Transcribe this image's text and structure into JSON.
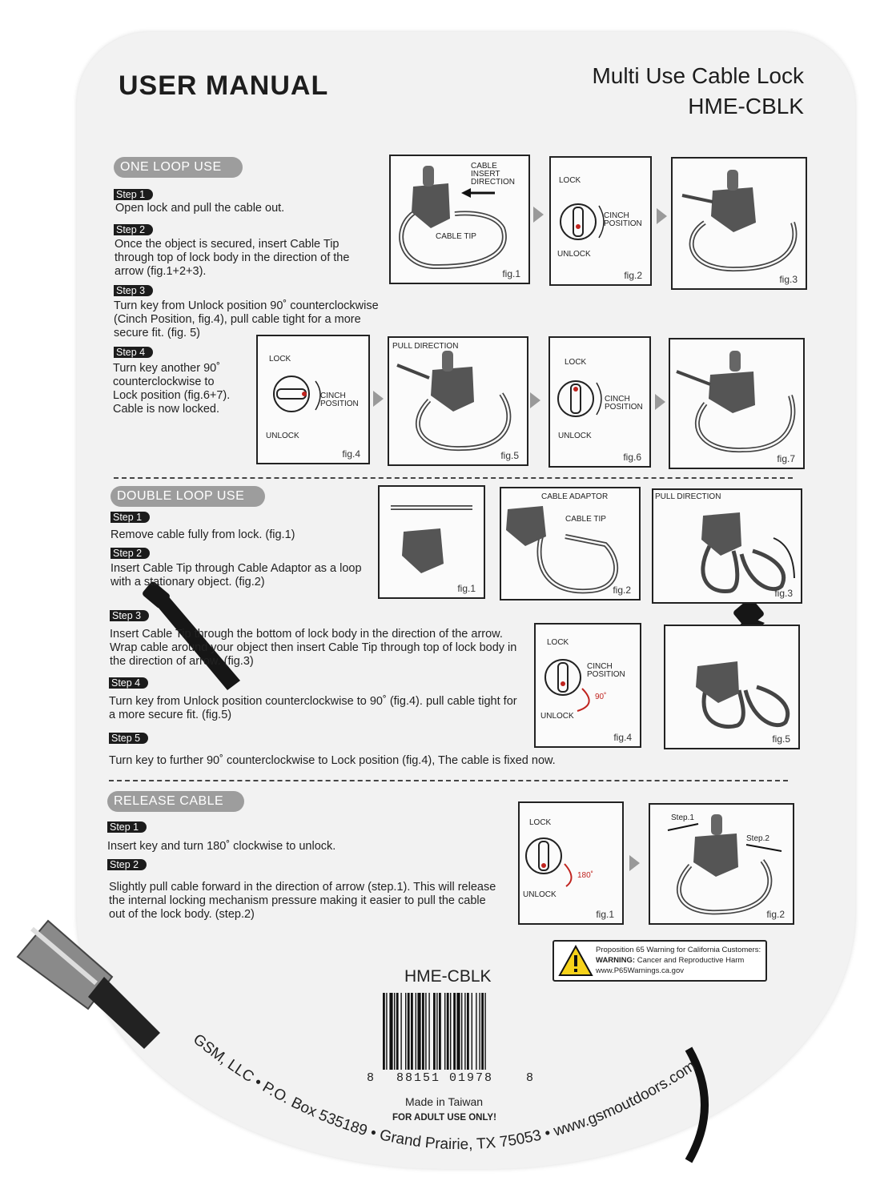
{
  "header": {
    "manual_title": "USER MANUAL",
    "product_name": "Multi Use Cable Lock",
    "model": "HME-CBLK"
  },
  "one_loop": {
    "title": "ONE LOOP USE",
    "steps": [
      {
        "tag": "Step 1",
        "text": "Open lock and pull the cable out."
      },
      {
        "tag": "Step 2",
        "text": "Once the object is secured, insert Cable Tip through top of lock body in the direction of the arrow (fig.1+2+3)."
      },
      {
        "tag": "Step 3",
        "text": "Turn key from Unlock position 90˚ counterclockwise (Cinch Position, fig.4), pull cable tight for a more secure fit. (fig. 5)"
      },
      {
        "tag": "Step 4",
        "text": "Turn key another 90˚ counterclockwise to Lock position (fig.6+7). Cable is now locked."
      }
    ],
    "figs": [
      "fig.1",
      "fig.2",
      "fig.3",
      "fig.4",
      "fig.5",
      "fig.6",
      "fig.7"
    ]
  },
  "double_loop": {
    "title": "DOUBLE LOOP USE",
    "steps": [
      {
        "tag": "Step 1",
        "text": "Remove cable fully from lock. (fig.1)"
      },
      {
        "tag": "Step 2",
        "text": "Insert Cable Tip through Cable Adaptor as a loop with a stationary object. (fig.2)"
      },
      {
        "tag": "Step 3",
        "text": "Insert Cable Tip through the bottom of lock body in the direction of the arrow.  Wrap cable around your object then insert Cable Tip through top of lock body in the direction of arrow. (fig.3)"
      },
      {
        "tag": "Step 4",
        "text": "Turn key from Unlock position counterclockwise to 90˚ (fig.4). pull cable tight for a more secure fit. (fig.5)"
      },
      {
        "tag": "Step 5",
        "text": "Turn key to further 90˚ counterclockwise to Lock position (fig.4), The cable is fixed now."
      }
    ],
    "figs": [
      "fig.1",
      "fig.2",
      "fig.3",
      "fig.4",
      "fig.5"
    ]
  },
  "release": {
    "title": "RELEASE CABLE",
    "steps": [
      {
        "tag": "Step 1",
        "text": "Insert key and turn 180˚ clockwise to unlock."
      },
      {
        "tag": "Step 2",
        "text": "Slightly pull cable forward in the direction of arrow (step.1).  This will release the internal locking mechanism pressure making it easier to pull the cable out of the lock body. (step.2)"
      }
    ],
    "figs": [
      "fig.1",
      "fig.2"
    ]
  },
  "fig_labels": {
    "cable_insert_direction": "CABLE INSERT DIRECTION",
    "cable_tip": "CABLE TIP",
    "cable_adaptor": "CABLE  ADAPTOR",
    "lock": "LOCK",
    "unlock": "UNLOCK",
    "cinch_position": "CINCH POSITION",
    "pull_direction": "PULL DIRECTION",
    "deg90": "90˚",
    "deg180": "180˚",
    "step1": "Step.1",
    "step2": "Step.2"
  },
  "warning": {
    "line1": "Proposition 65 Warning for California Customers:",
    "line2_bold": "WARNING:",
    "line2": " Cancer and Reproductive Harm",
    "line3": "www.P65Warnings.ca.gov"
  },
  "footer": {
    "model": "HME-CBLK",
    "barcode_left": "8",
    "barcode_main": "88151  01978",
    "barcode_right": "8",
    "made_in": "Made in Taiwan",
    "adult": "FOR ADULT USE ONLY!",
    "address": "GSM, LLC  • P.O. Box 535189 • Grand Prairie, TX 75053 • www.gsmoutdoors.com"
  },
  "colors": {
    "pill": "#9d9d9d",
    "tag": "#1c1c1c",
    "card": "#f2f2f2",
    "red": "#c0241f"
  }
}
